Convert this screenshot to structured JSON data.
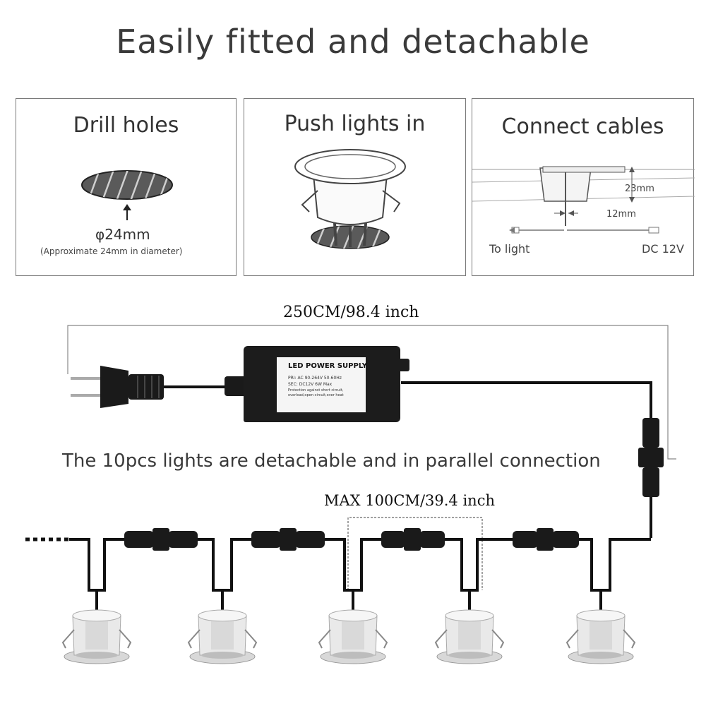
{
  "title": "Easily fitted and detachable",
  "panels": [
    {
      "title": "Drill holes",
      "dimension": "φ24mm",
      "note": "(Approximate 24mm in diameter)"
    },
    {
      "title": "Push lights in"
    },
    {
      "title": "Connect cables",
      "dim_height": "23mm",
      "dim_width": "12mm",
      "left_label": "To light",
      "right_label": "DC 12V"
    }
  ],
  "wiring": {
    "total_length": "250CM/98.4 inch",
    "power_supply_label": "LED POWER SUPPLY",
    "power_supply_specs": [
      "PRI: AC 90-264V  50-60Hz",
      "SEC: DC12V     6W Max",
      "Protection against short circuit,",
      "overload,open-circuit,over heat"
    ],
    "caption": "The 10pcs lights are detachable and in parallel connection",
    "max_spacing": "MAX 100CM/39.4 inch"
  },
  "colors": {
    "cable": "#111111",
    "frame": "#7a7a7a",
    "text": "#333333"
  }
}
